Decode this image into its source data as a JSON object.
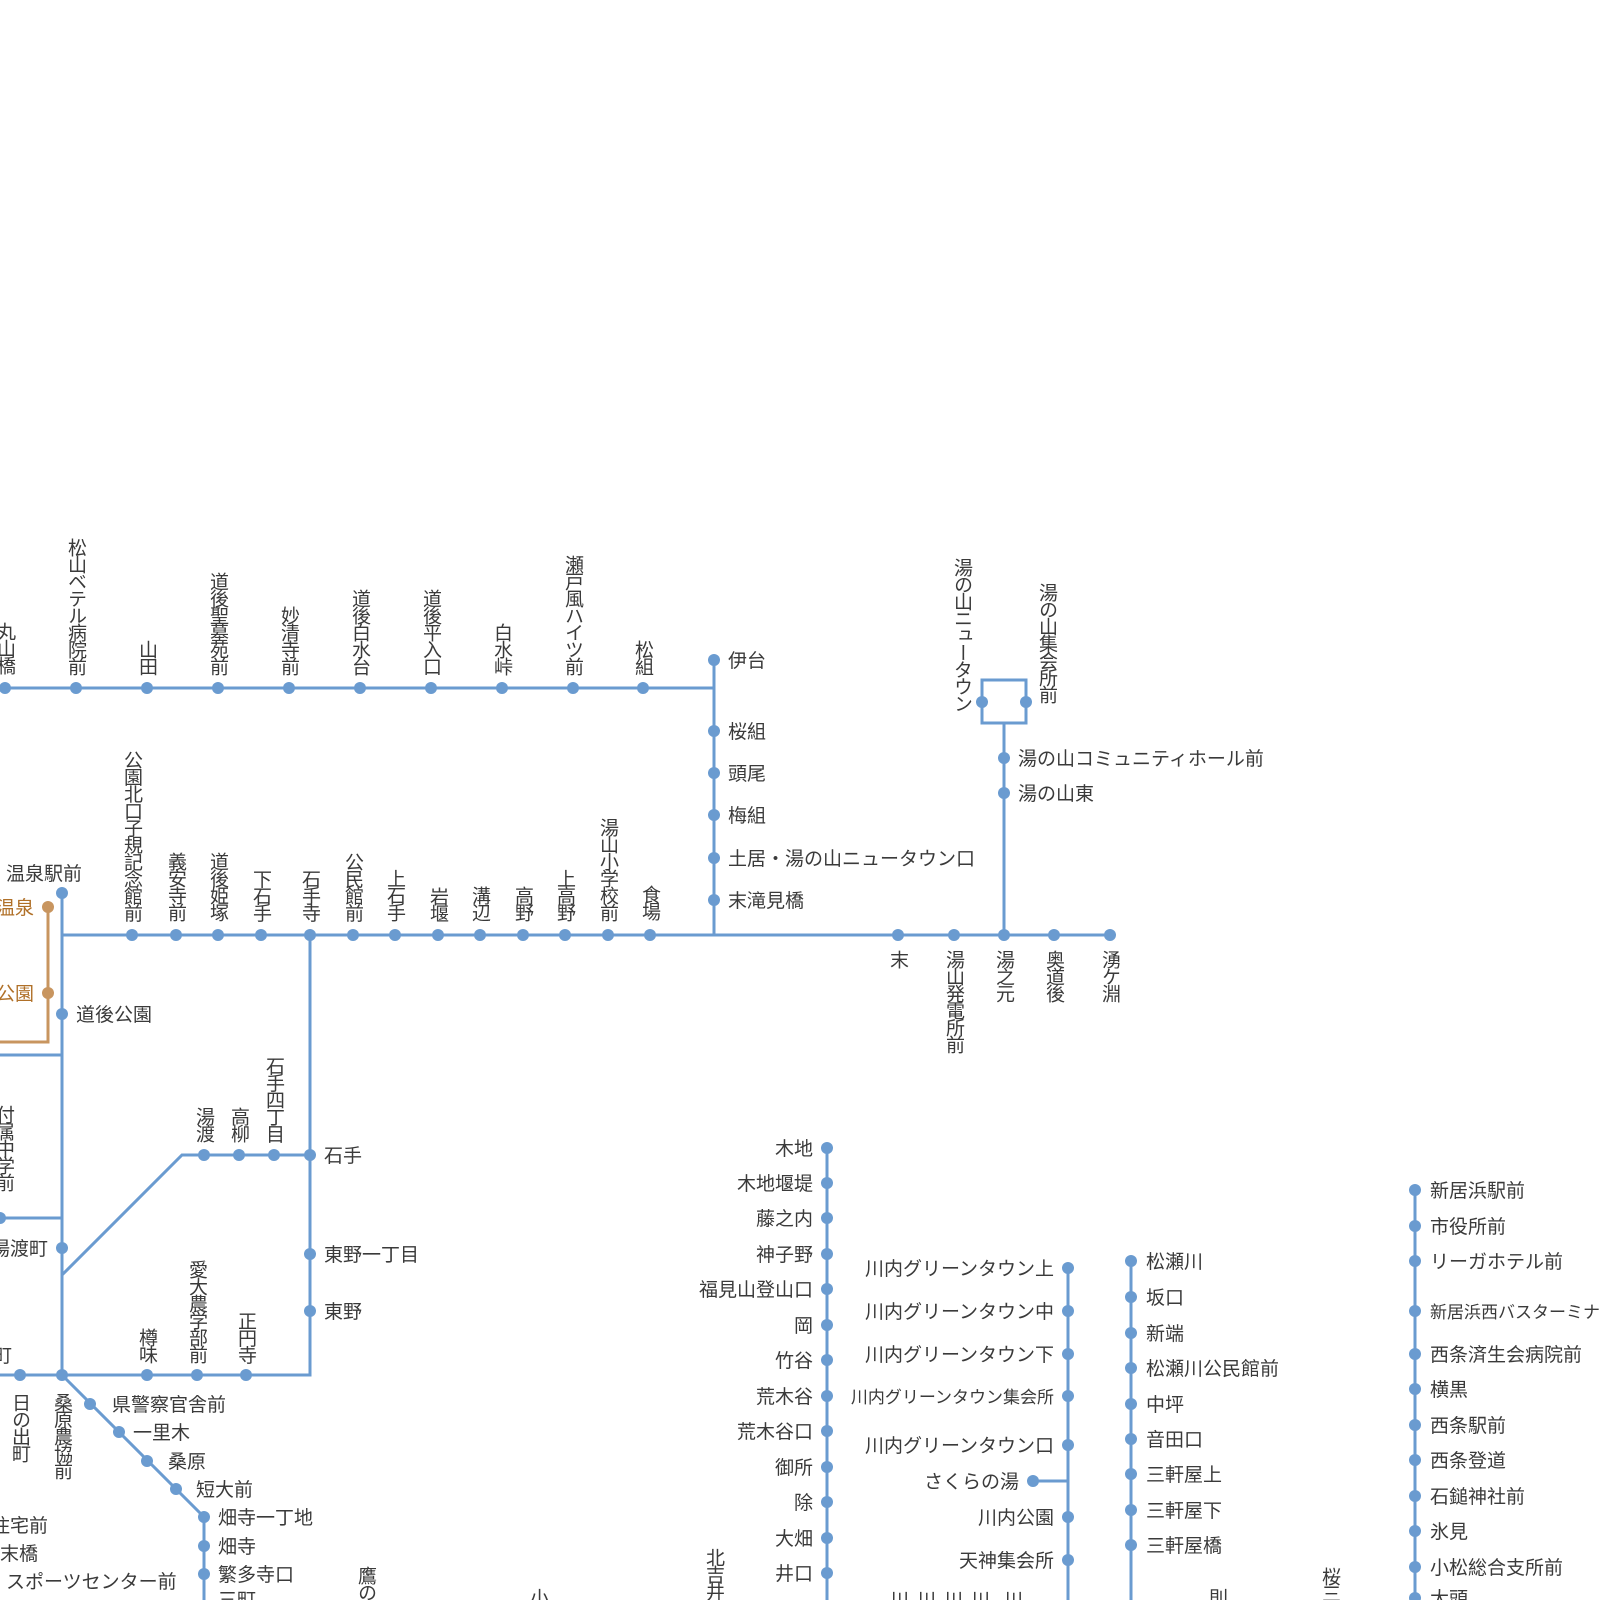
{
  "colors": {
    "line": "#6a9bd0",
    "tram_line": "#c8955f",
    "tram_label": "#b07028",
    "text": "#3a3a3a",
    "background": "#ffffff"
  },
  "map": {
    "top_row": [
      "丸山橋",
      "松山ベテル病院前",
      "山田",
      "道後聖墓苑前",
      "妙清寺前",
      "道後白水台",
      "道後平入口",
      "白水峠",
      "瀬戸風ハイツ前",
      "松組"
    ],
    "right_stack": [
      "伊台",
      "桜組",
      "頭尾",
      "梅組",
      "土居・湯の山ニュータウン口",
      "末滝見橋"
    ],
    "yunoyama": [
      "湯の山ニュータウン",
      "湯の山集会所前",
      "湯の山コミュニティホール前",
      "湯の山東"
    ],
    "middle_row": [
      "公園北口子規記念館前",
      "義安寺前",
      "道後姫塚",
      "下石手",
      "石手寺",
      "公民館前",
      "上石手",
      "岩堰",
      "溝辺",
      "高野",
      "上高野",
      "湯山小学校前",
      "食場"
    ],
    "east_row": [
      "末",
      "湯山発電所前",
      "湯之元",
      "奥道後",
      "湧ケ淵"
    ],
    "left_stops": [
      "温泉駅前",
      "道後公園",
      "湯渡町"
    ],
    "tram_stops": [
      "温泉",
      "公園"
    ],
    "left_misc": [
      "付属中学前",
      "町",
      "日の出町",
      "住宅前",
      "末橋",
      "スポーツセンター前"
    ],
    "ishite_branch": [
      "湯渡",
      "高柳",
      "石手四丁目",
      "石手",
      "東野一丁目",
      "東野"
    ],
    "bottom_row": [
      "樽味",
      "愛大農学部前",
      "正円寺"
    ],
    "diagonal": [
      "県警察官舎前",
      "一里木",
      "桑原",
      "短大前",
      "桑原農協前"
    ],
    "down_stack": [
      "畑寺一丁地",
      "畑寺",
      "繁多寺口",
      "三町"
    ],
    "kiji_line": [
      "木地",
      "木地堰堤",
      "藤之内",
      "神子野",
      "福見山登山口",
      "岡",
      "竹谷",
      "荒木谷",
      "荒木谷口",
      "御所",
      "除",
      "大畑",
      "井口"
    ],
    "kawauchi_line": [
      "川内グリーンタウン上",
      "川内グリーンタウン中",
      "川内グリーンタウン下",
      "川内グリーンタウン集会所",
      "川内グリーンタウン口",
      "さくらの湯",
      "川内公園",
      "天神集会所"
    ],
    "matsusegawa_line": [
      "松瀬川",
      "坂口",
      "新端",
      "松瀬川公民館前",
      "中坪",
      "音田口",
      "三軒屋上",
      "三軒屋下",
      "三軒屋橋"
    ],
    "niihama_line": [
      "新居浜駅前",
      "市役所前",
      "リーガホテル前",
      "新居浜西バスターミナル",
      "西条済生会病院前",
      "横黒",
      "西条駅前",
      "西条登道",
      "石鎚神社前",
      "氷見",
      "小松総合支所前",
      "大頭"
    ],
    "cut_labels": [
      "鷹の",
      "北吉井",
      "小",
      "川",
      "川",
      "川",
      "川",
      "川",
      "桜三",
      "則"
    ]
  }
}
